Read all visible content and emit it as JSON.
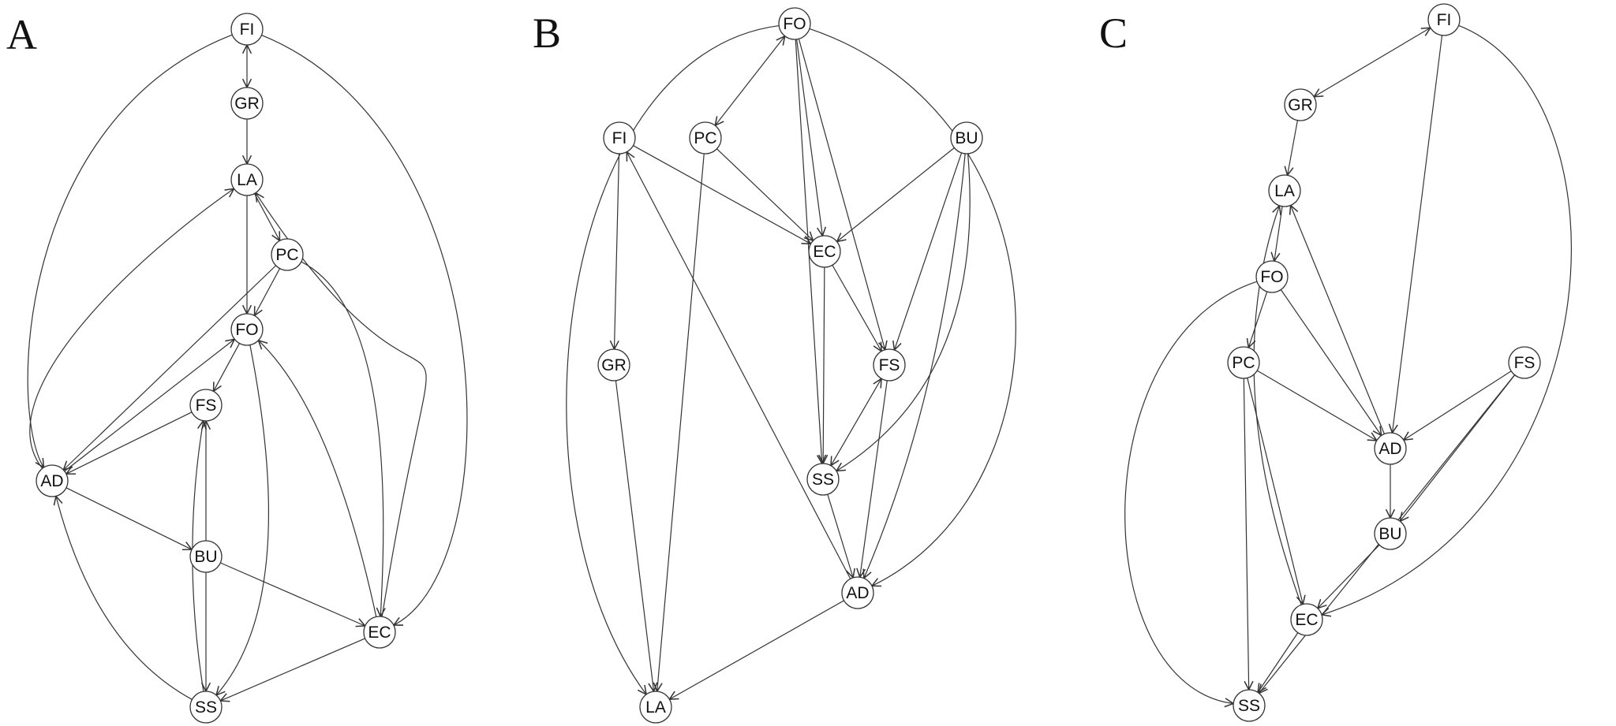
{
  "panels": [
    {
      "label": "A",
      "nodes": [
        {
          "id": "FI",
          "label": "FI"
        },
        {
          "id": "GR",
          "label": "GR"
        },
        {
          "id": "LA",
          "label": "LA"
        },
        {
          "id": "PC",
          "label": "PC"
        },
        {
          "id": "FO",
          "label": "FO"
        },
        {
          "id": "FS",
          "label": "FS"
        },
        {
          "id": "AD",
          "label": "AD"
        },
        {
          "id": "BU",
          "label": "BU"
        },
        {
          "id": "EC",
          "label": "EC"
        },
        {
          "id": "SS",
          "label": "SS"
        }
      ],
      "edges": [
        {
          "from": "FI",
          "to": "GR",
          "type": "bidirected"
        },
        {
          "from": "GR",
          "to": "LA",
          "type": "directed"
        },
        {
          "from": "LA",
          "to": "PC",
          "type": "directed"
        },
        {
          "from": "LA",
          "to": "FO",
          "type": "directed"
        },
        {
          "from": "PC",
          "to": "FO",
          "type": "directed"
        },
        {
          "from": "PC",
          "to": "AD",
          "type": "directed"
        },
        {
          "from": "PC",
          "to": "EC",
          "type": "directed"
        },
        {
          "from": "FO",
          "to": "FS",
          "type": "directed"
        },
        {
          "from": "AD",
          "to": "FO",
          "type": "directed"
        },
        {
          "from": "FS",
          "to": "AD",
          "type": "directed"
        },
        {
          "from": "AD",
          "to": "LA",
          "type": "directed"
        },
        {
          "from": "AD",
          "to": "BU",
          "type": "directed"
        },
        {
          "from": "FI",
          "to": "AD",
          "type": "directed"
        },
        {
          "from": "FI",
          "to": "EC",
          "type": "directed"
        },
        {
          "from": "EC",
          "to": "LA",
          "type": "directed"
        },
        {
          "from": "EC",
          "to": "FO",
          "type": "directed"
        },
        {
          "from": "BU",
          "to": "FS",
          "type": "directed"
        },
        {
          "from": "BU",
          "to": "SS",
          "type": "directed"
        },
        {
          "from": "BU",
          "to": "EC",
          "type": "directed"
        },
        {
          "from": "SS",
          "to": "FS",
          "type": "directed"
        },
        {
          "from": "SS",
          "to": "AD",
          "type": "directed"
        },
        {
          "from": "EC",
          "to": "SS",
          "type": "directed"
        },
        {
          "from": "FO",
          "to": "SS",
          "type": "directed"
        }
      ]
    },
    {
      "label": "B",
      "nodes": [
        {
          "id": "FO",
          "label": "FO"
        },
        {
          "id": "FI",
          "label": "FI"
        },
        {
          "id": "PC",
          "label": "PC"
        },
        {
          "id": "BU",
          "label": "BU"
        },
        {
          "id": "EC",
          "label": "EC"
        },
        {
          "id": "GR",
          "label": "GR"
        },
        {
          "id": "FS",
          "label": "FS"
        },
        {
          "id": "SS",
          "label": "SS"
        },
        {
          "id": "AD",
          "label": "AD"
        },
        {
          "id": "LA",
          "label": "LA"
        }
      ],
      "edges": [
        {
          "from": "FO",
          "to": "PC",
          "type": "bidirected"
        },
        {
          "from": "FO",
          "to": "EC",
          "type": "directed"
        },
        {
          "from": "FO",
          "to": "SS",
          "type": "directed"
        },
        {
          "from": "FO",
          "to": "FS",
          "type": "directed"
        },
        {
          "from": "FO",
          "to": "LA",
          "type": "directed"
        },
        {
          "from": "FO",
          "to": "AD",
          "type": "directed"
        },
        {
          "from": "FI",
          "to": "EC",
          "type": "directed"
        },
        {
          "from": "FI",
          "to": "GR",
          "type": "directed"
        },
        {
          "from": "PC",
          "to": "EC",
          "type": "directed"
        },
        {
          "from": "PC",
          "to": "LA",
          "type": "directed"
        },
        {
          "from": "BU",
          "to": "EC",
          "type": "directed"
        },
        {
          "from": "BU",
          "to": "FS",
          "type": "directed"
        },
        {
          "from": "BU",
          "to": "SS",
          "type": "directed"
        },
        {
          "from": "BU",
          "to": "AD",
          "type": "directed"
        },
        {
          "from": "EC",
          "to": "FS",
          "type": "directed"
        },
        {
          "from": "EC",
          "to": "SS",
          "type": "directed"
        },
        {
          "from": "GR",
          "to": "LA",
          "type": "directed"
        },
        {
          "from": "FS",
          "to": "SS",
          "type": "bidirected"
        },
        {
          "from": "FS",
          "to": "AD",
          "type": "directed"
        },
        {
          "from": "SS",
          "to": "AD",
          "type": "directed"
        },
        {
          "from": "AD",
          "to": "FI",
          "type": "directed"
        },
        {
          "from": "AD",
          "to": "LA",
          "type": "directed"
        }
      ]
    },
    {
      "label": "C",
      "nodes": [
        {
          "id": "FI",
          "label": "FI"
        },
        {
          "id": "GR",
          "label": "GR"
        },
        {
          "id": "LA",
          "label": "LA"
        },
        {
          "id": "FO",
          "label": "FO"
        },
        {
          "id": "PC",
          "label": "PC"
        },
        {
          "id": "FS",
          "label": "FS"
        },
        {
          "id": "AD",
          "label": "AD"
        },
        {
          "id": "BU",
          "label": "BU"
        },
        {
          "id": "EC",
          "label": "EC"
        },
        {
          "id": "SS",
          "label": "SS"
        }
      ],
      "edges": [
        {
          "from": "FI",
          "to": "GR",
          "type": "bidirected"
        },
        {
          "from": "FI",
          "to": "AD",
          "type": "directed"
        },
        {
          "from": "FI",
          "to": "EC",
          "type": "directed"
        },
        {
          "from": "GR",
          "to": "LA",
          "type": "directed"
        },
        {
          "from": "LA",
          "to": "FO",
          "type": "directed"
        },
        {
          "from": "FO",
          "to": "PC",
          "type": "directed"
        },
        {
          "from": "FO",
          "to": "AD",
          "type": "directed"
        },
        {
          "from": "FO",
          "to": "SS",
          "type": "directed"
        },
        {
          "from": "PC",
          "to": "AD",
          "type": "directed"
        },
        {
          "from": "PC",
          "to": "EC",
          "type": "directed"
        },
        {
          "from": "PC",
          "to": "SS",
          "type": "directed"
        },
        {
          "from": "AD",
          "to": "LA",
          "type": "directed"
        },
        {
          "from": "AD",
          "to": "BU",
          "type": "directed"
        },
        {
          "from": "FS",
          "to": "AD",
          "type": "directed"
        },
        {
          "from": "FS",
          "to": "BU",
          "type": "directed"
        },
        {
          "from": "FS",
          "to": "SS",
          "type": "directed"
        },
        {
          "from": "BU",
          "to": "EC",
          "type": "directed"
        },
        {
          "from": "EC",
          "to": "LA",
          "type": "directed"
        },
        {
          "from": "EC",
          "to": "SS",
          "type": "directed"
        }
      ]
    }
  ]
}
